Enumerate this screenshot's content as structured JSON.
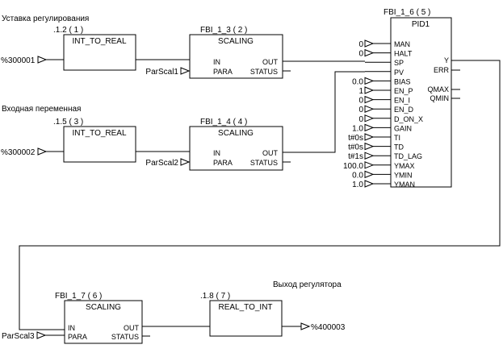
{
  "captions": {
    "setpoint": "Уставка регулирования",
    "input_var": "Входная переменная",
    "output": "Выход регулятора"
  },
  "blocks": {
    "int1": {
      "id": ".1.2 ( 1 )",
      "name": "INT_TO_REAL"
    },
    "scal1": {
      "id": "FBI_1_3 ( 2 )",
      "name": "SCALING",
      "pins": [
        "IN",
        "OUT",
        "PARA",
        "STATUS"
      ]
    },
    "int2": {
      "id": ".1.5 ( 3 )",
      "name": "INT_TO_REAL"
    },
    "scal2": {
      "id": "FBI_1_4 ( 4 )",
      "name": "SCALING",
      "pins": [
        "IN",
        "OUT",
        "PARA",
        "STATUS"
      ]
    },
    "pid": {
      "id": "FBI_1_6 ( 5 )",
      "name": "PID1",
      "inputs": [
        "MAN",
        "HALT",
        "SP",
        "PV",
        "BIAS",
        "EN_P",
        "EN_I",
        "EN_D",
        "D_ON_X",
        "GAIN",
        "TI",
        "TD",
        "TD_LAG",
        "YMAX",
        "YMIN",
        "YMAN"
      ],
      "outputs": [
        "Y",
        "ERR",
        "QMAX",
        "QMIN"
      ]
    },
    "scal3": {
      "id": "FBI_1_7 ( 6 )",
      "name": "SCALING",
      "pins": [
        "IN",
        "OUT",
        "PARA",
        "STATUS"
      ]
    },
    "realint": {
      "id": ".1.8 ( 7 )",
      "name": "REAL_TO_INT"
    }
  },
  "signals": {
    "in1": "%300001",
    "in2": "%300002",
    "par1": "ParScal1",
    "par2": "ParScal2",
    "par3": "ParScal3",
    "out": "%400003"
  },
  "pid_consts": [
    "0",
    "0",
    "",
    "",
    "0.0",
    "1",
    "0",
    "0",
    "0",
    "1.0",
    "t#0s",
    "t#0s",
    "t#1s",
    "100.0",
    "0.0",
    "1.0"
  ]
}
